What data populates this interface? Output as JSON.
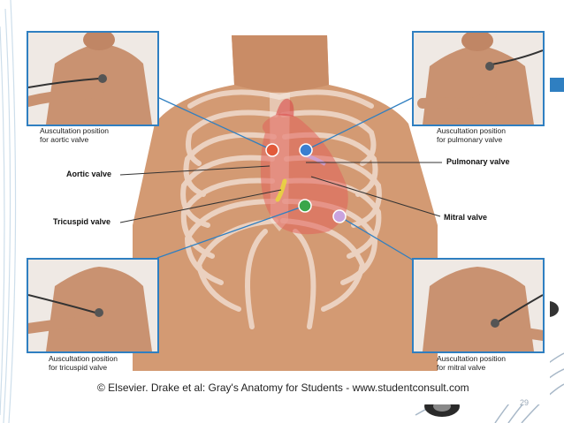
{
  "captions": {
    "aortic_position": "Auscultation position\nfor aortic valve",
    "pulmonary_position": "Auscultation position\nfor pulmonary valve",
    "tricuspid_position": "Auscultation position\nfor tricuspid valve",
    "mitral_position": "Auscultation position\nfor mitral valve"
  },
  "labels": {
    "aortic_valve": "Aortic valve",
    "pulmonary_valve": "Pulmonary valve",
    "tricuspid_valve": "Tricuspid valve",
    "mitral_valve": "Mitral valve"
  },
  "credit": "© Elsevier. Drake et al: Gray's Anatomy for Students - www.studentconsult.com",
  "page_number": "29",
  "colors": {
    "frame": "#2f7fc1",
    "aortic_dot": "#e25a3a",
    "pulmonary_dot": "#3a7fd0",
    "tricuspid_dot": "#3aa64a",
    "mitral_dot": "#c9a3de",
    "skin": "#d8a07a"
  }
}
